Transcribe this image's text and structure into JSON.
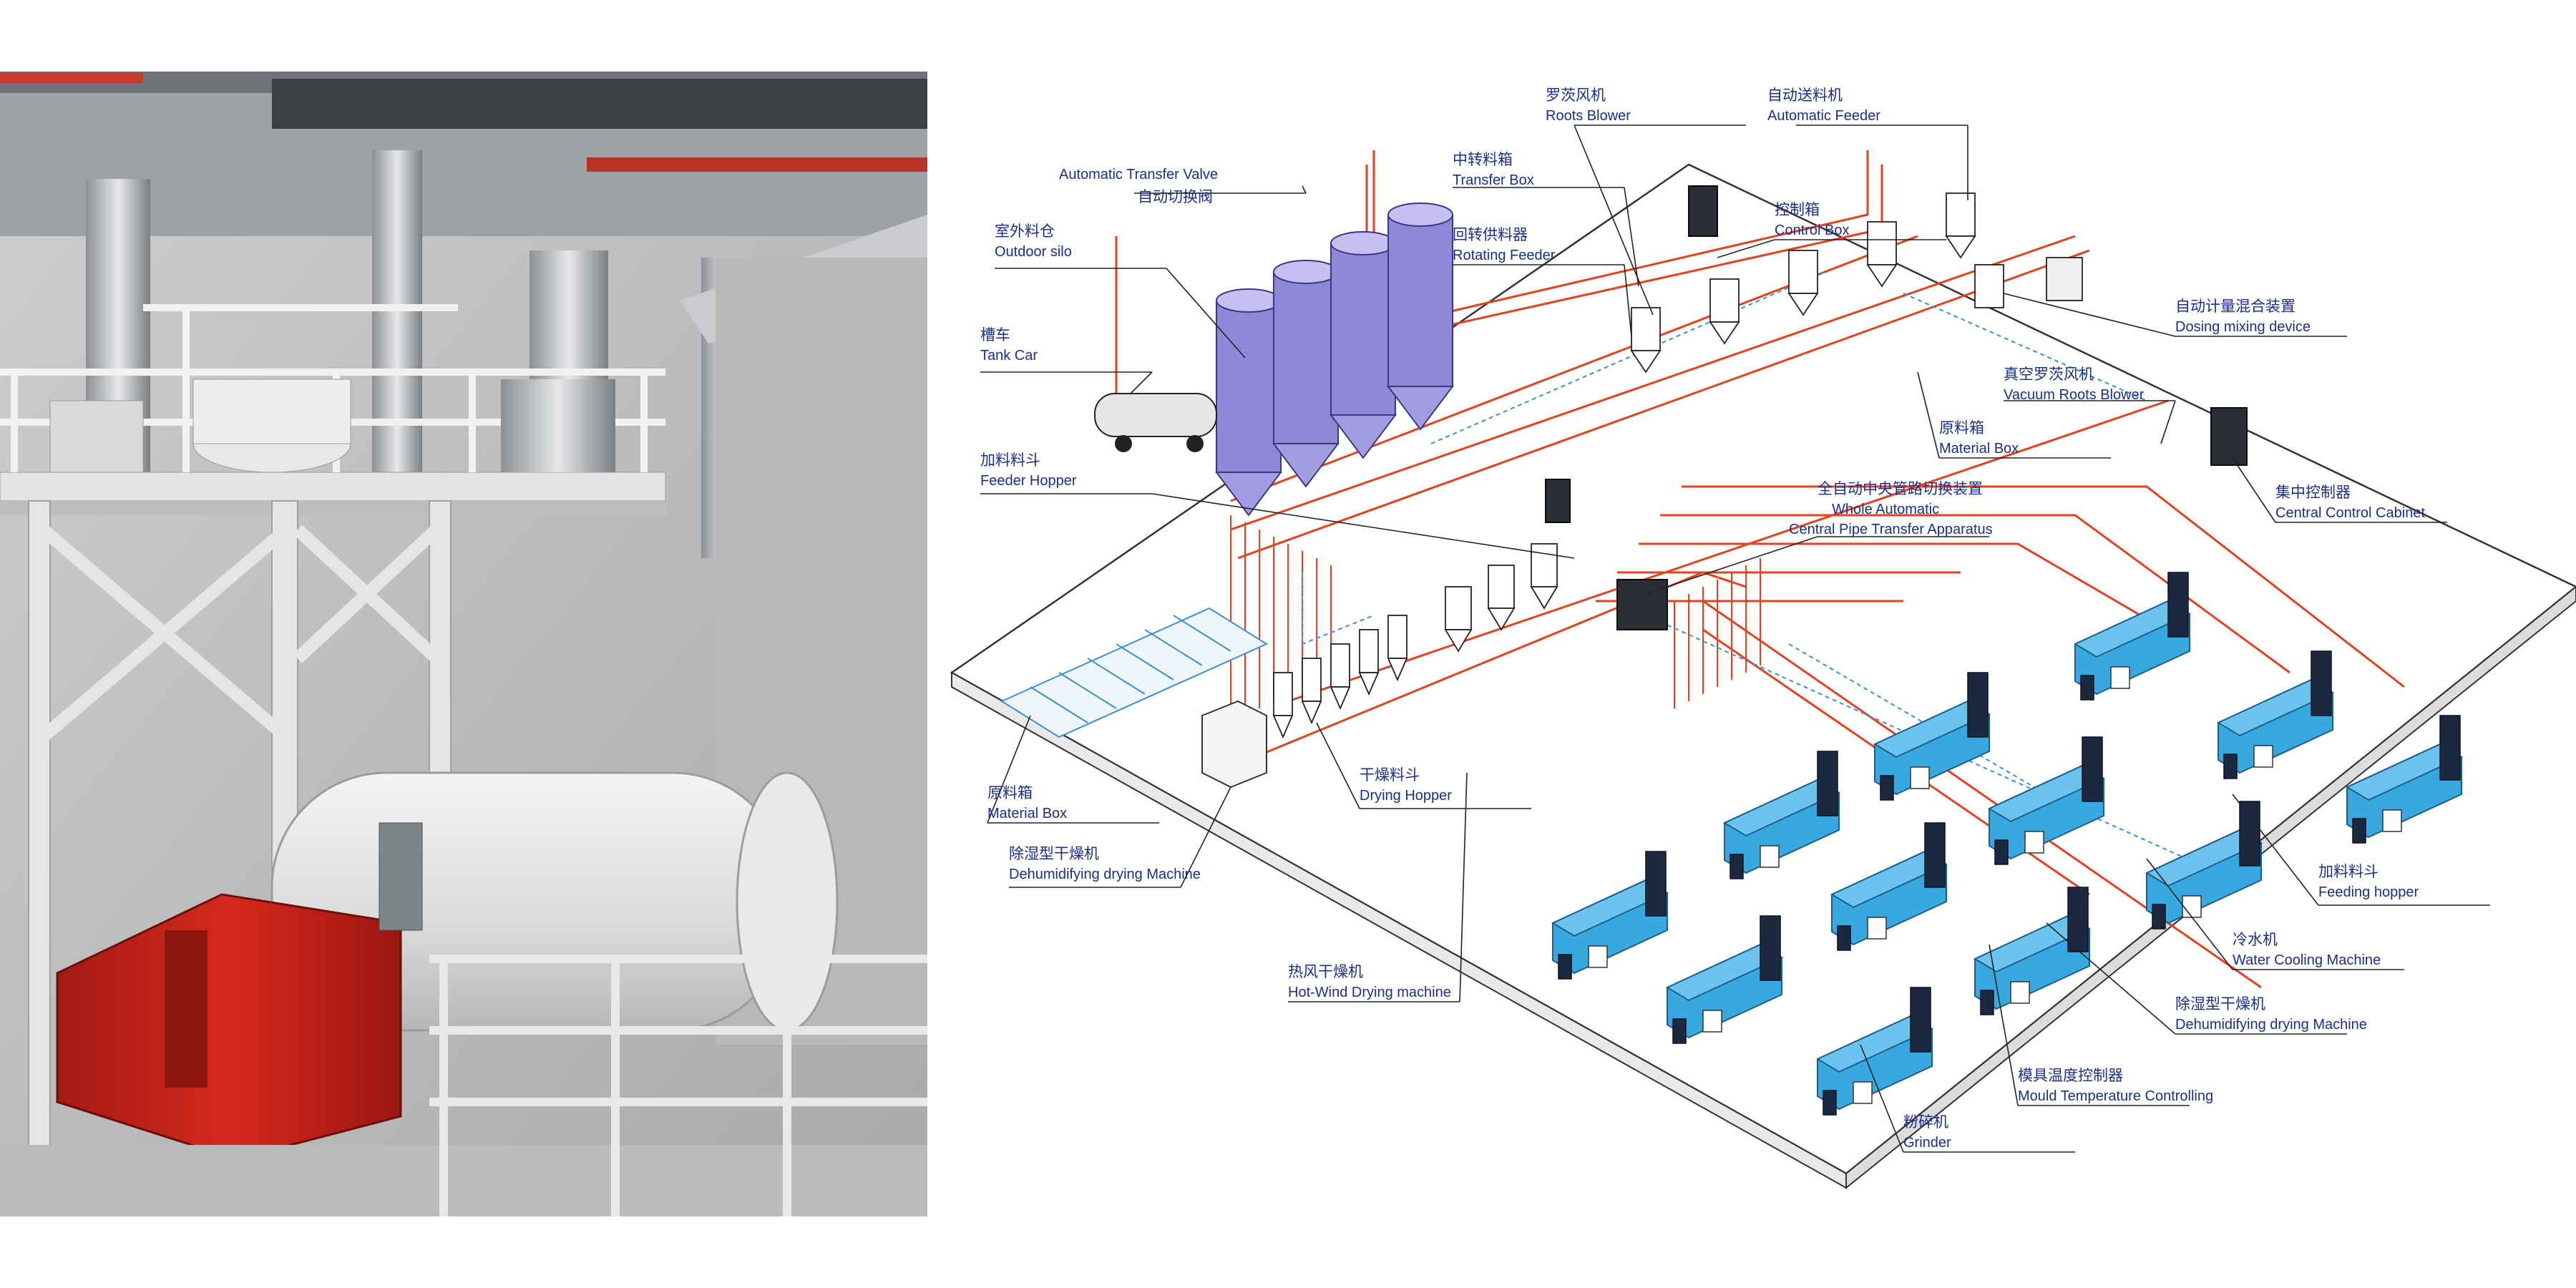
{
  "colors": {
    "label": "#1a2f8c",
    "pipe": "#e2421f",
    "dashed_line": "#3a8fd8",
    "machine": "#38a9e0",
    "machine_dark": "#1b2940",
    "silo": "#8f88d8",
    "floor_edge": "#333333"
  },
  "photo": {
    "description_icon": "factory-photo-icon"
  },
  "labels": [
    {
      "key": "roots_blower",
      "zh": "罗茨风机",
      "en": "Roots Blower"
    },
    {
      "key": "automatic_feeder",
      "zh": "自动送料机",
      "en": "Automatic Feeder"
    },
    {
      "key": "automatic_transfer_valve",
      "zh": "自动切换阀",
      "en": "Automatic Transfer Valve"
    },
    {
      "key": "transfer_box",
      "zh": "中转料箱",
      "en": "Transfer Box"
    },
    {
      "key": "control_box",
      "zh": "控制箱",
      "en": "Control Box"
    },
    {
      "key": "outdoor_silo",
      "zh": "室外料仓",
      "en": "Outdoor silo"
    },
    {
      "key": "rotating_feeder",
      "zh": "回转供料器",
      "en": "Rotating Feeder"
    },
    {
      "key": "tank_car",
      "zh": "槽车",
      "en": "Tank Car"
    },
    {
      "key": "dosing_mixing",
      "zh": "自动计量混合装置",
      "en": "Dosing mixing device"
    },
    {
      "key": "vacuum_roots_blower",
      "zh": "真空罗茨风机",
      "en": "Vacuum Roots Blower"
    },
    {
      "key": "feeder_hopper",
      "zh": "加料料斗",
      "en": "Feeder Hopper"
    },
    {
      "key": "material_box_top",
      "zh": "原料箱",
      "en": "Material Box"
    },
    {
      "key": "central_pipe",
      "zh": "全自动中央管路切换装置",
      "en": "Whole Automatic",
      "en2": "Central Pipe Transfer Apparatus"
    },
    {
      "key": "central_control",
      "zh": "集中控制器",
      "en": "Central Control Cabinet"
    },
    {
      "key": "material_box_left",
      "zh": "原料箱",
      "en": "Material Box"
    },
    {
      "key": "drying_hopper",
      "zh": "干燥料斗",
      "en": "Drying Hopper"
    },
    {
      "key": "dehumidifying_left",
      "zh": "除湿型干燥机",
      "en": "Dehumidifying drying Machine"
    },
    {
      "key": "feeding_hopper",
      "zh": "加料料斗",
      "en": "Feeding hopper"
    },
    {
      "key": "water_cooling",
      "zh": "冷水机",
      "en": "Water Cooling Machine"
    },
    {
      "key": "hot_wind",
      "zh": "热风干燥机",
      "en": "Hot-Wind Drying machine"
    },
    {
      "key": "dehumidifying_right",
      "zh": "除湿型干燥机",
      "en": "Dehumidifying drying Machine"
    },
    {
      "key": "mould_temp",
      "zh": "模具温度控制器",
      "en": "Mould Temperature Controlling"
    },
    {
      "key": "grinder",
      "zh": "粉碎机",
      "en": "Grinder"
    }
  ]
}
